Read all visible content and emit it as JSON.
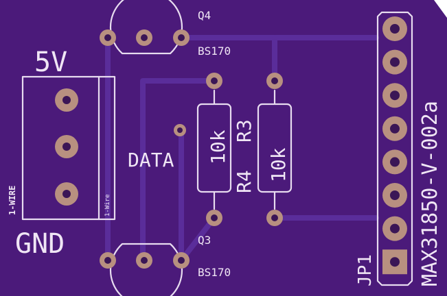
{
  "colors": {
    "board": "#4b1a7a",
    "trace": "#5a2d9a",
    "silkscreen": "#e8dcf0",
    "pad": "#b89080",
    "drill": "#3b1656"
  },
  "labels": {
    "q4_name": "Q4",
    "q4_part": "BS170",
    "q3_name": "Q3",
    "q3_part": "BS170",
    "v5": "5V",
    "gnd": "GND",
    "one_wire_side": "1-WIRE",
    "one_wire_small": "1-Wire",
    "data": "DATA",
    "r3_name": "R3",
    "r3_value": "10k",
    "r4_name": "R4",
    "r4_value": "10k",
    "jp1": "JP1",
    "board_id": "MAX31850-V-002a"
  }
}
